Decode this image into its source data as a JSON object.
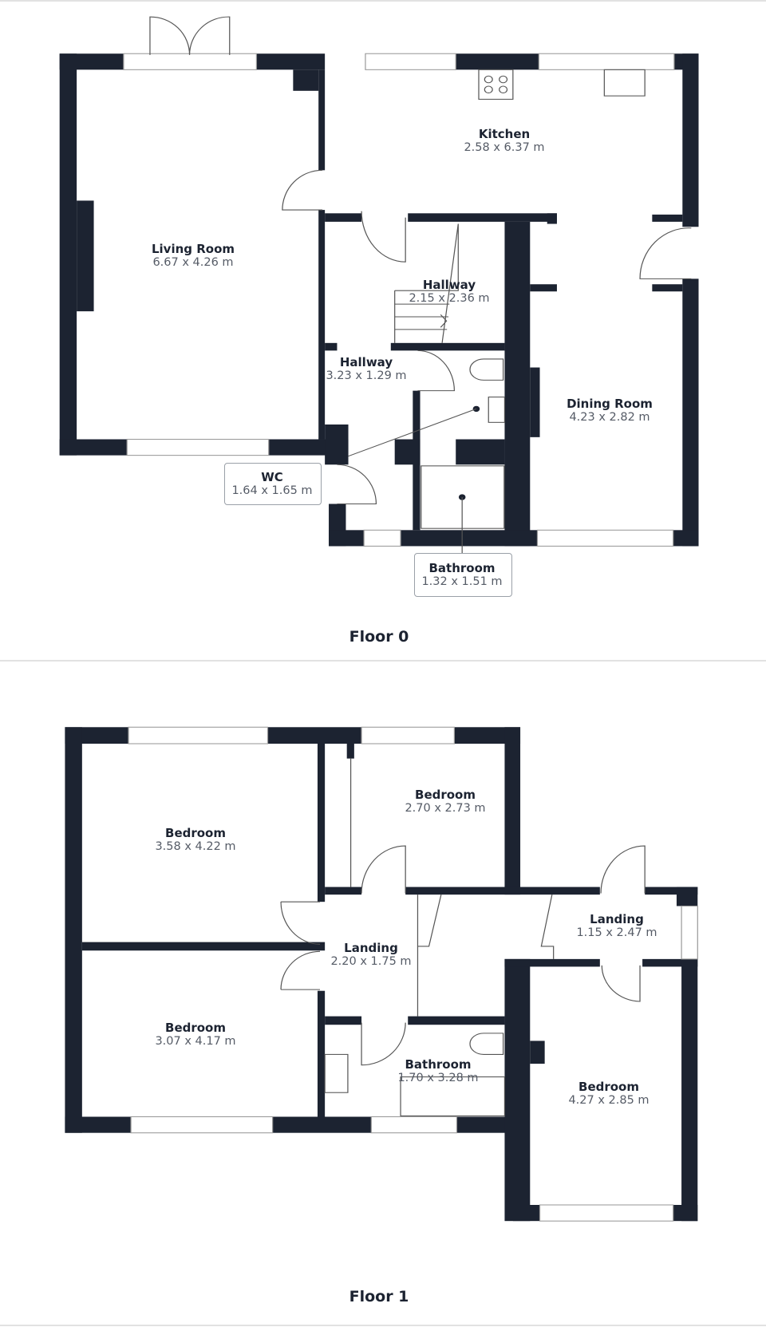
{
  "colors": {
    "wall": "#1c2331",
    "text": "#1c2331",
    "dim_text": "#555b66"
  },
  "floor0": {
    "label": "Floor 0",
    "rooms": [
      {
        "name": "Kitchen",
        "dims": "2.58 x 6.37 m"
      },
      {
        "name": "Living Room",
        "dims": "6.67 x 4.26 m"
      },
      {
        "name": "Hallway",
        "dims": "2.15 x 2.36 m"
      },
      {
        "name": "Hallway",
        "dims": "3.23 x 1.29 m"
      },
      {
        "name": "Dining Room",
        "dims": "4.23 x 2.82 m"
      },
      {
        "name": "WC",
        "dims": "1.64 x 1.65 m"
      },
      {
        "name": "Bathroom",
        "dims": "1.32 x 1.51 m"
      }
    ]
  },
  "floor1": {
    "label": "Floor 1",
    "rooms": [
      {
        "name": "Bedroom",
        "dims": "3.58 x 4.22 m"
      },
      {
        "name": "Bedroom",
        "dims": "2.70 x 2.73 m"
      },
      {
        "name": "Landing",
        "dims": "2.20 x 1.75 m"
      },
      {
        "name": "Landing",
        "dims": "1.15 x 2.47 m"
      },
      {
        "name": "Bedroom",
        "dims": "3.07 x 4.17 m"
      },
      {
        "name": "Bathroom",
        "dims": "1.70 x 3.28 m"
      },
      {
        "name": "Bedroom",
        "dims": "4.27 x 2.85 m"
      }
    ]
  }
}
